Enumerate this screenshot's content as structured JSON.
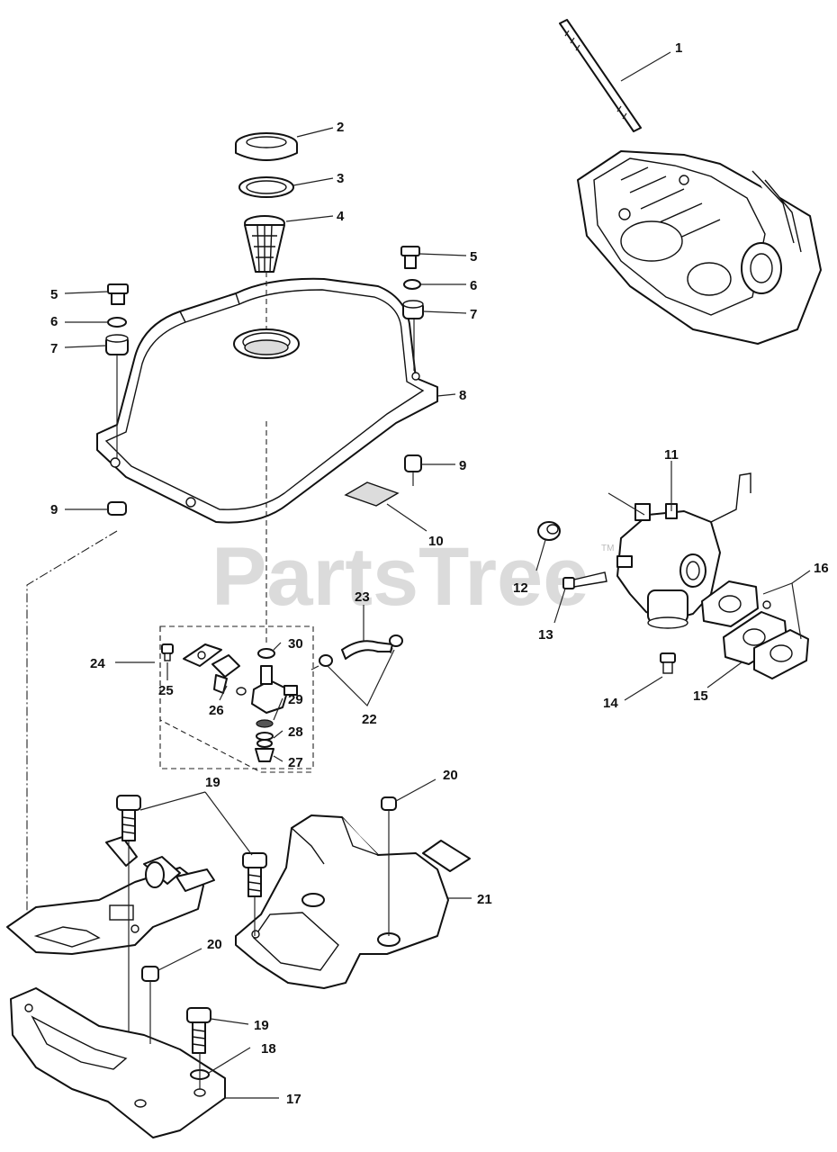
{
  "watermark": {
    "text": "PartsTree",
    "trademark": "TM"
  },
  "callouts": [
    {
      "id": "c1",
      "text": "1"
    },
    {
      "id": "c2",
      "text": "2"
    },
    {
      "id": "c3",
      "text": "3"
    },
    {
      "id": "c4",
      "text": "4"
    },
    {
      "id": "c5a",
      "text": "5"
    },
    {
      "id": "c5b",
      "text": "5"
    },
    {
      "id": "c6a",
      "text": "6"
    },
    {
      "id": "c6b",
      "text": "6"
    },
    {
      "id": "c7a",
      "text": "7"
    },
    {
      "id": "c7b",
      "text": "7"
    },
    {
      "id": "c8",
      "text": "8"
    },
    {
      "id": "c9a",
      "text": "9"
    },
    {
      "id": "c9b",
      "text": "9"
    },
    {
      "id": "c10",
      "text": "10"
    },
    {
      "id": "c11",
      "text": "11"
    },
    {
      "id": "c12",
      "text": "12"
    },
    {
      "id": "c13",
      "text": "13"
    },
    {
      "id": "c14",
      "text": "14"
    },
    {
      "id": "c15",
      "text": "15"
    },
    {
      "id": "c16",
      "text": "16"
    },
    {
      "id": "c17",
      "text": "17"
    },
    {
      "id": "c18",
      "text": "18"
    },
    {
      "id": "c19a",
      "text": "19"
    },
    {
      "id": "c19b",
      "text": "19"
    },
    {
      "id": "c20a",
      "text": "20"
    },
    {
      "id": "c20b",
      "text": "20"
    },
    {
      "id": "c21",
      "text": "21"
    },
    {
      "id": "c22",
      "text": "22"
    },
    {
      "id": "c23",
      "text": "23"
    },
    {
      "id": "c24",
      "text": "24"
    },
    {
      "id": "c25",
      "text": "25"
    },
    {
      "id": "c26",
      "text": "26"
    },
    {
      "id": "c27",
      "text": "27"
    },
    {
      "id": "c28",
      "text": "28"
    },
    {
      "id": "c29",
      "text": "29"
    },
    {
      "id": "c30",
      "text": "30"
    }
  ]
}
